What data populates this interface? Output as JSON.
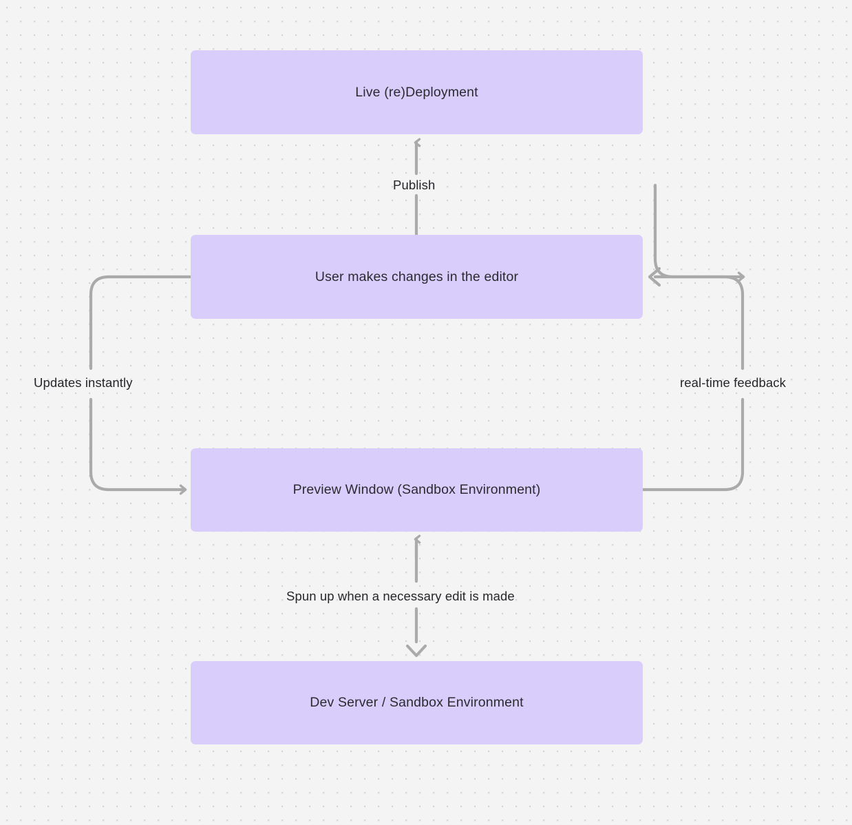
{
  "diagram": {
    "type": "flowchart",
    "title": "Live preview / deployment loop",
    "background_color": "#f4f4f5",
    "node_fill_color": "#d9cdfb",
    "edge_color": "#aaaaaa",
    "text_color": "#26262b",
    "nodes": [
      {
        "id": "live",
        "label": "Live (re)Deployment"
      },
      {
        "id": "editor",
        "label": "User makes changes in the editor"
      },
      {
        "id": "preview",
        "label": "Preview Window (Sandbox Environment)"
      },
      {
        "id": "devserver",
        "label": "Dev Server / Sandbox Environment"
      }
    ],
    "edges": [
      {
        "id": "publish",
        "from": "editor",
        "to": "live",
        "label": "Publish",
        "direction": "up",
        "style": "straight"
      },
      {
        "id": "updates",
        "from": "editor",
        "to": "preview",
        "label": "Updates instantly",
        "direction": "down",
        "style": "elbow-left"
      },
      {
        "id": "realtime",
        "from": "preview",
        "to": "editor",
        "label": "real-time feedback",
        "direction": "up",
        "style": "elbow-right"
      },
      {
        "id": "spunup",
        "from": "preview",
        "to": "devserver",
        "label": "Spun up when a necessary edit is made",
        "direction": "bidirectional",
        "style": "straight"
      }
    ]
  }
}
